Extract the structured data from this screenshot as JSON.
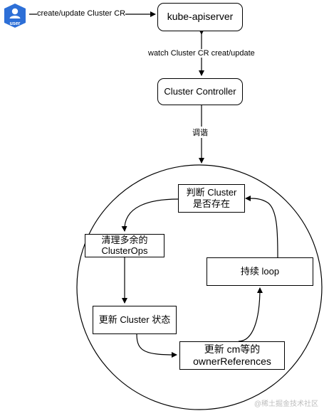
{
  "user": {
    "label": "user"
  },
  "edges": {
    "create_update": "create/update Cluster CR",
    "watch": "watch Cluster CR creat/update",
    "reconcile": "调谐"
  },
  "nodes": {
    "apiserver": "kube-apiserver",
    "controller": "Cluster Controller",
    "check_exists": [
      "判断 Cluster",
      "是否存在"
    ],
    "cleanup": [
      "清理多余的",
      "ClusterOps"
    ],
    "update_status": "更新 Cluster 状态",
    "update_cm": [
      "更新 cm等的",
      "ownerReferences"
    ],
    "loop": "持续 loop"
  },
  "watermark": "@稀土掘金技术社区"
}
